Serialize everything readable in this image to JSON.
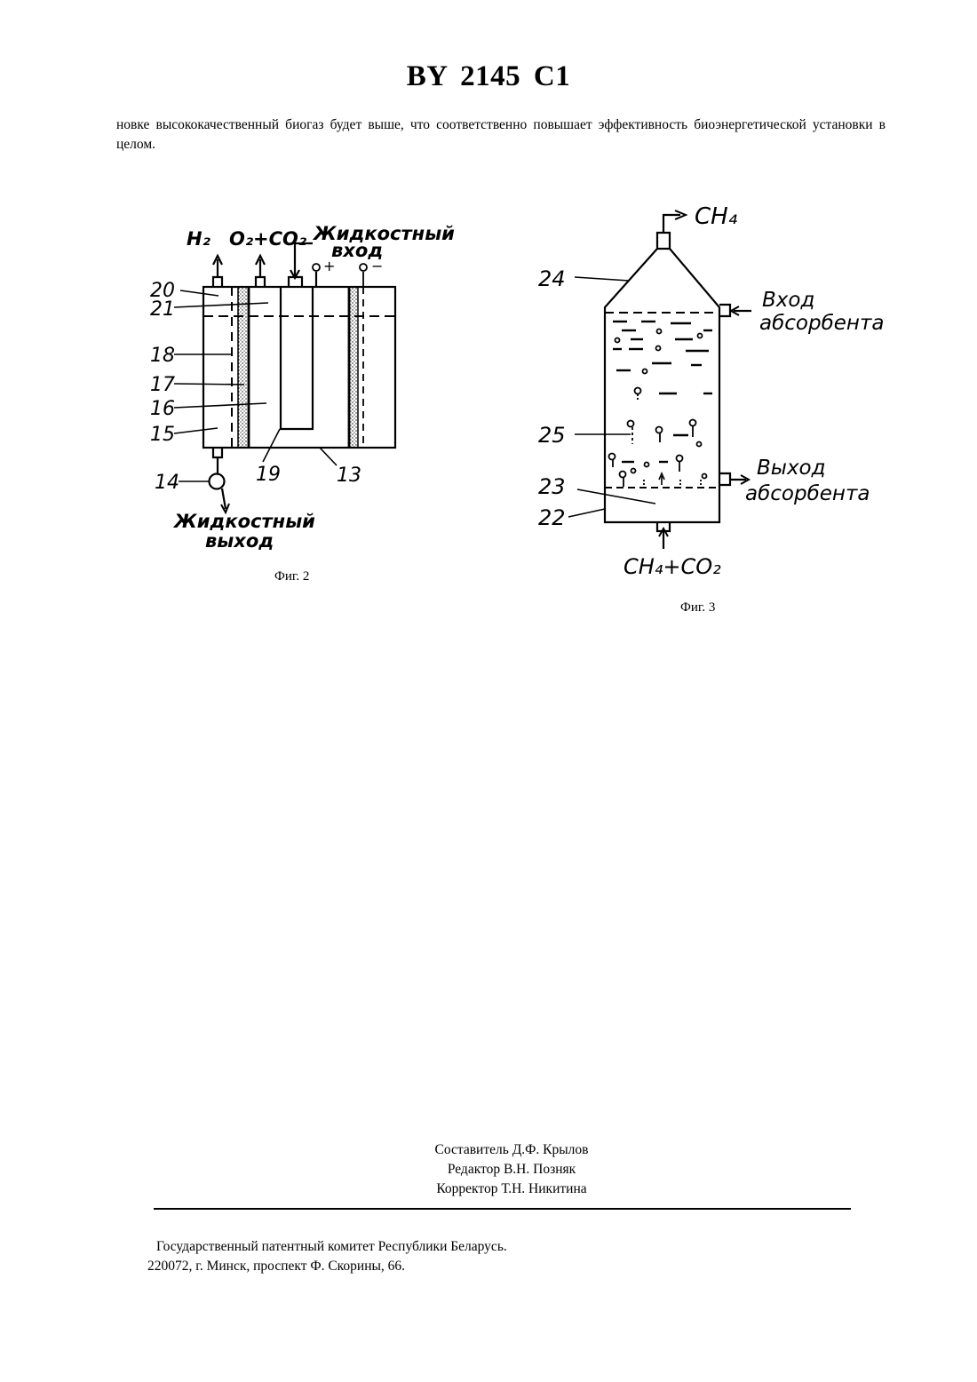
{
  "header": {
    "doc_id": "BY  2145  C1"
  },
  "body_text": "новке высококачественный биогаз будет выше, что соответственно повышает эффективность биоэнергетической установки в целом.",
  "figure2": {
    "caption": "Фиг. 2",
    "labels": {
      "h2": "H₂",
      "o2co2": "O₂+CO₂",
      "liquid_in_1": "Жидкостный",
      "liquid_in_2": "вход",
      "plus": "+",
      "minus": "−",
      "n20": "20",
      "n21": "21",
      "n18": "18",
      "n17": "17",
      "n16": "16",
      "n15": "15",
      "n14": "14",
      "n19": "19",
      "n13": "13",
      "liquid_out_1": "Жидкостный",
      "liquid_out_2": "выход"
    }
  },
  "figure3": {
    "caption": "Фиг. 3",
    "labels": {
      "ch4": "CH₄",
      "n24": "24",
      "absorbent_in_1": "Вход",
      "absorbent_in_2": "абсорбента",
      "n25": "25",
      "absorbent_out_1": "Выход",
      "absorbent_out_2": "абсорбента",
      "n23": "23",
      "n22": "22",
      "ch4co2": "CH₄+CO₂"
    }
  },
  "credits": {
    "compiler": "Составитель Д.Ф. Крылов",
    "editor": "Редактор В.Н. Позняк",
    "corrector": "Корректор Т.Н. Никитина"
  },
  "address": {
    "line1": "Государственный патентный комитет Республики Беларусь.",
    "line2": "220072, г. Минск, проспект Ф. Скорины, 66."
  }
}
